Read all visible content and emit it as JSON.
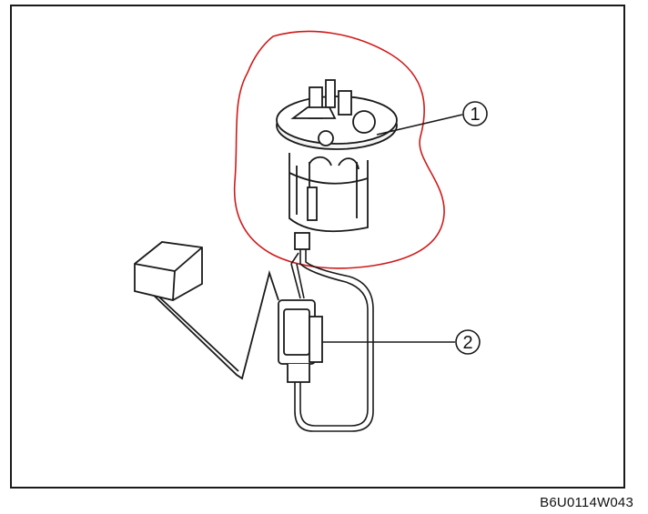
{
  "diagram": {
    "callouts": [
      {
        "number": "1"
      },
      {
        "number": "2"
      }
    ],
    "figure_code": "B6U0114W043",
    "highlight_color": "#d01a1a",
    "line_color": "#1a1a1a"
  }
}
